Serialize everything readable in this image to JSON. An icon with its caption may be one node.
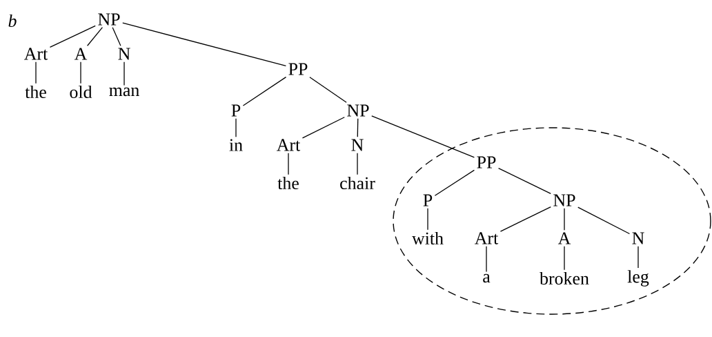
{
  "diagram": {
    "nodes": [
      {
        "text": [
          "NP"
        ]
      },
      {
        "text": [
          "Art"
        ]
      },
      {
        "text": [
          "A"
        ]
      },
      {
        "text": [
          "N"
        ]
      },
      {
        "text": [
          "PP"
        ]
      },
      {
        "text": [
          "the"
        ]
      },
      {
        "text": [
          "old"
        ]
      },
      {
        "text": [
          "man"
        ]
      },
      {
        "text": [
          "P"
        ]
      },
      {
        "text": [
          "NP"
        ]
      },
      {
        "text": [
          "in"
        ]
      },
      {
        "text": [
          "Art"
        ]
      },
      {
        "text": [
          "N"
        ]
      },
      {
        "text": [
          "the"
        ]
      },
      {
        "text": [
          "chair"
        ]
      },
      {
        "text": [],
        "shape": "ellipse"
      },
      {
        "text": [
          "PP"
        ],
        "in": 15
      },
      {
        "text": [
          "P"
        ],
        "in": 15
      },
      {
        "text": [
          "NP"
        ],
        "in": 15
      },
      {
        "text": [
          "with"
        ],
        "in": 15
      },
      {
        "text": [
          "Art"
        ],
        "in": 15
      },
      {
        "text": [
          "A"
        ],
        "in": 15
      },
      {
        "text": [
          "N"
        ],
        "in": 15
      },
      {
        "text": [
          "a"
        ],
        "in": 15
      },
      {
        "text": [
          "broken"
        ],
        "in": 15
      },
      {
        "text": [
          "leg"
        ],
        "in": 15
      }
    ],
    "edges": [
      {
        "from": 0,
        "to": 1,
        "arrow": "none"
      },
      {
        "from": 0,
        "to": 2,
        "arrow": "none"
      },
      {
        "from": 0,
        "to": 3,
        "arrow": "none"
      },
      {
        "from": 0,
        "to": 4,
        "arrow": "none"
      },
      {
        "from": 1,
        "to": 5,
        "arrow": "none"
      },
      {
        "from": 2,
        "to": 6,
        "arrow": "none"
      },
      {
        "from": 3,
        "to": 7,
        "arrow": "none"
      },
      {
        "from": 4,
        "to": 8,
        "arrow": "none"
      },
      {
        "from": 4,
        "to": 9,
        "arrow": "none"
      },
      {
        "from": 8,
        "to": 10,
        "arrow": "none"
      },
      {
        "from": 9,
        "to": 11,
        "arrow": "none"
      },
      {
        "from": 9,
        "to": 12,
        "arrow": "none"
      },
      {
        "from": 11,
        "to": 13,
        "arrow": "none"
      },
      {
        "from": 12,
        "to": 14,
        "arrow": "none"
      },
      {
        "from": 9,
        "to": 16,
        "arrow": "none"
      },
      {
        "from": 16,
        "to": 17,
        "arrow": "none"
      },
      {
        "from": 16,
        "to": 18,
        "arrow": "none"
      },
      {
        "from": 17,
        "to": 19,
        "arrow": "none"
      },
      {
        "from": 18,
        "to": 20,
        "arrow": "none"
      },
      {
        "from": 18,
        "to": 21,
        "arrow": "none"
      },
      {
        "from": 18,
        "to": 22,
        "arrow": "none"
      },
      {
        "from": 20,
        "to": 23,
        "arrow": "none"
      },
      {
        "from": 21,
        "to": 24,
        "arrow": "none"
      },
      {
        "from": 22,
        "to": 25,
        "arrow": "none"
      }
    ],
    "labels": [
      "b"
    ]
  }
}
